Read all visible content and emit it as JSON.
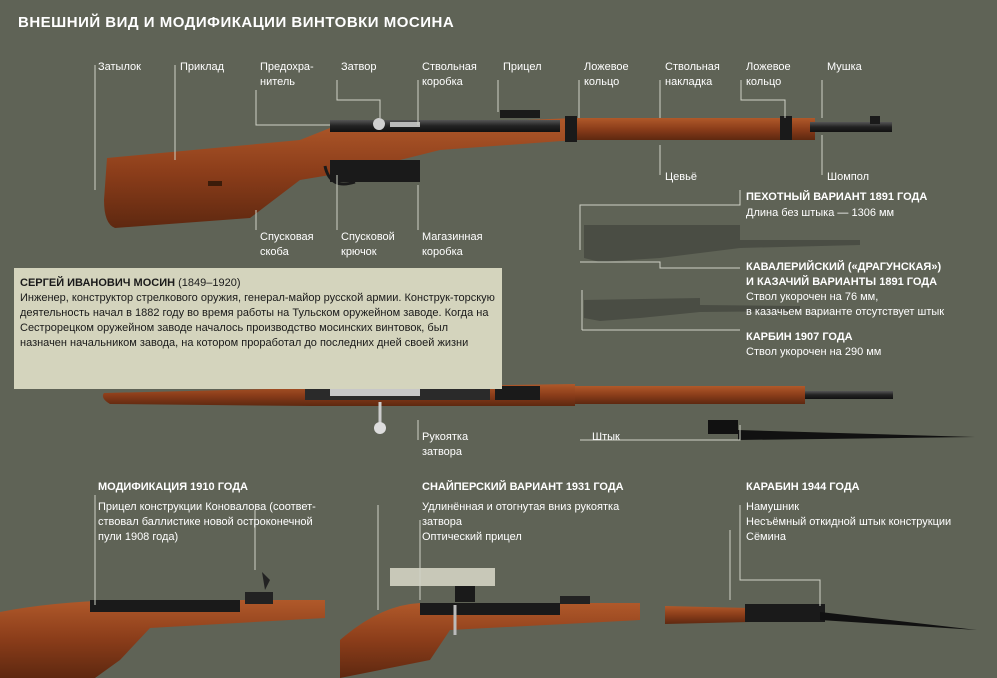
{
  "title": "ВНЕШНИЙ ВИД И МОДИФИКАЦИИ ВИНТОВКИ МОСИНА",
  "parts_top": {
    "zatylok": "Затылок",
    "priklad": "Приклад",
    "predohranitel_1": "Предохра-",
    "predohranitel_2": "нитель",
    "zatvor": "Затвор",
    "stvolnaya_korobka_1": "Ствольная",
    "stvolnaya_korobka_2": "коробка",
    "pricel": "Прицел",
    "lozhevoe_kolco1_1": "Ложевое",
    "lozhevoe_kolco1_2": "кольцо",
    "stvolnaya_nakladka_1": "Ствольная",
    "stvolnaya_nakladka_2": "накладка",
    "lozhevoe_kolco2_1": "Ложевое",
    "lozhevoe_kolco2_2": "кольцо",
    "mushka": "Мушка"
  },
  "parts_bottom": {
    "spuskovaya_skoba_1": "Спусковая",
    "spuskovaya_skoba_2": "скоба",
    "spuskovoy_kryuchok_1": "Спусковой",
    "spuskovoy_kryuchok_2": "крючок",
    "magazinnaya_korobka_1": "Магазинная",
    "magazinnaya_korobka_2": "коробка",
    "cevye": "Цевьё",
    "shompol": "Шомпол",
    "rukoyatka_1": "Рукоятка",
    "rukoyatka_2": "затвора",
    "shtyk": "Штык"
  },
  "variants": {
    "infantry_title": "ПЕХОТНЫЙ ВАРИАНТ 1891 ГОДА",
    "infantry_text": "Длина без штыка — 1306 мм",
    "cavalry_title_1": "КАВАЛЕРИЙСКИЙ («ДРАГУНСКАЯ»)",
    "cavalry_title_2": "И КАЗАЧИЙ ВАРИАНТЫ 1891 ГОДА",
    "cavalry_text_1": "Ствол укорочен на 76 мм,",
    "cavalry_text_2": "в казачьем варианте отсутствует штык",
    "carbine1907_title": "КАРБИН 1907 ГОДА",
    "carbine1907_text": "Ствол укорочен на 290 мм"
  },
  "bio": {
    "title": "СЕРГЕЙ ИВАНОВИЧ МОСИН",
    "years": " (1849–1920)",
    "text": "Инженер, конструктор стрелкового оружия, генерал-майор русской армии. Конструк-торскую деятельность начал в 1882 году во время работы на Тульском оружейном заводе. Когда на Сестрорецком оружейном заводе началось производство мосинских винтовок, был назначен начальником завода, на котором проработал до последних дней своей жизни"
  },
  "mods": {
    "m1910_title": "МОДИФИКАЦИЯ 1910 ГОДА",
    "m1910_text": "Прицел конструкции Коновалова (соответ-ствовал баллистике новой остроконечной пули 1908 года)",
    "sniper_title": "СНАЙПЕРСКИЙ ВАРИАНТ 1931 ГОДА",
    "sniper_text_1": "Удлинённая и отогнутая вниз рукоятка затвора",
    "sniper_text_2": "Оптический прицел",
    "c1944_title": "КАРАБИН 1944 ГОДА",
    "c1944_text_1": "Намушник",
    "c1944_text_2": "Несъёмный откидной штык конструкции Сёмина"
  },
  "colors": {
    "background": "#5f6356",
    "wood": "#8b3d1a",
    "metal": "#2a2a2a",
    "silhouette": "#4a4d44",
    "bio_panel": "#d4d4bd"
  }
}
